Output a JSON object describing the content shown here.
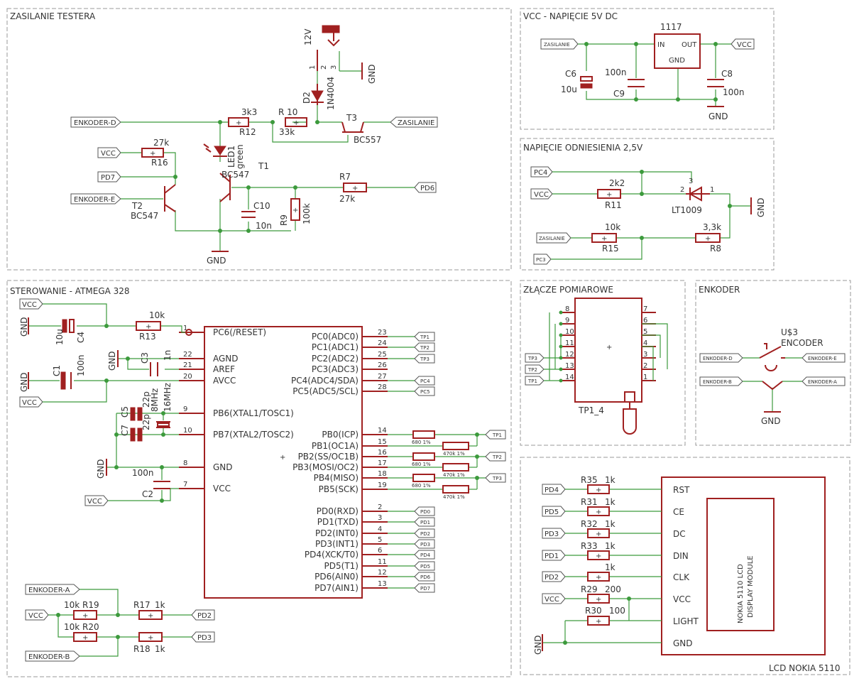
{
  "sections": {
    "power": "ZASILANIE TESTERA",
    "vcc": "VCC - NAPIĘCIE 5V DC",
    "vref": "NAPIĘCIE ODNIESIENIA 2,5V",
    "mcu": "STEROWANIE - ATMEGA 328",
    "connector": "ZŁĄCZE POMIAROWE",
    "encoder": "ENKODER",
    "lcd": "LCD NOKIA 5110"
  },
  "power": {
    "enk_d": "ENKODER-D",
    "enk_e": "ENKODER-E",
    "vcc": "VCC",
    "pd7": "PD7",
    "pd6": "PD6",
    "zasilanie": "ZASILANIE",
    "gnd": "GND",
    "v12": "12V",
    "r12": "R12",
    "r12v": "3k3",
    "r10": "R 10",
    "r10v": "33k",
    "r16": "R16",
    "r16v": "27k",
    "r7": "R7",
    "r7v": "27k",
    "r9": "R9",
    "r9v": "100k",
    "d2": "D2",
    "d2v": "1N4004",
    "t3": "T3",
    "t3v": "BC557",
    "t1": "T1",
    "t1v": "BC547",
    "t2": "T2",
    "t2v": "BC547",
    "led": "LED1",
    "ledv": "green",
    "c10": "C10",
    "c10v": "10n",
    "j1": "1",
    "j2": "2",
    "j3": "3"
  },
  "vccsec": {
    "zas": "ZASILANIE",
    "vcc": "VCC",
    "reg": "1117",
    "in": "IN",
    "out": "OUT",
    "gnd": "GND",
    "c6": "C6",
    "c6v": "10u",
    "c9": "C9",
    "c9v": "100n",
    "c8": "C8",
    "c8v": "100n"
  },
  "vref": {
    "pc4": "PC4",
    "vcc": "VCC",
    "zas": "ZASILANIE",
    "pc3": "PC3",
    "gnd": "GND",
    "r11": "R11",
    "r11v": "2k2",
    "r15": "R15",
    "r15v": "10k",
    "r8": "R8",
    "r8v": "3,3k",
    "lt": "LT1009",
    "p1": "1",
    "p2": "2",
    "p3": "3"
  },
  "mcu": {
    "vcc": "VCC",
    "gnd": "GND",
    "c4": "C4",
    "c4v": "10u",
    "r13": "R13",
    "r13v": "10k",
    "c3": "C3",
    "c3v": "1n",
    "c1": "C1",
    "c1v": "100n",
    "c5": "C5",
    "c5v": "22p",
    "c7": "C7",
    "c7v": "22p",
    "q1": "8MHz",
    "q2": "16MHz",
    "c2": "C2",
    "c2v": "100n",
    "enk_a": "ENKODER-A",
    "enk_b": "ENKODER-B",
    "r19": "R19",
    "r19v": "10k",
    "r20": "R20",
    "r20v": "10k",
    "r17": "R17",
    "r17v": "1k",
    "r18": "R18",
    "r18v": "1k",
    "pd2": "PD2",
    "pd3": "PD3",
    "res_small": "680 1%",
    "res_big": "470k 1%",
    "tp1": "TP1",
    "tp2": "TP2",
    "tp3": "TP3",
    "left_pins": [
      {
        "num": "1",
        "name": "PC6(/RESET)"
      },
      {
        "num": "22",
        "name": "AGND"
      },
      {
        "num": "21",
        "name": "AREF"
      },
      {
        "num": "20",
        "name": "AVCC"
      },
      {
        "num": "9",
        "name": "PB6(XTAL1/TOSC1)"
      },
      {
        "num": "10",
        "name": "PB7(XTAL2/TOSC2)"
      },
      {
        "num": "8",
        "name": "GND"
      },
      {
        "num": "7",
        "name": "VCC"
      }
    ],
    "right_pins": [
      {
        "num": "23",
        "name": "PC0(ADC0)",
        "tag": "TP1"
      },
      {
        "num": "24",
        "name": "PC1(ADC1)",
        "tag": "TP2"
      },
      {
        "num": "25",
        "name": "PC2(ADC2)",
        "tag": "TP3"
      },
      {
        "num": "26",
        "name": "PC3(ADC3)",
        "tag": ""
      },
      {
        "num": "27",
        "name": "PC4(ADC4/SDA)",
        "tag": "PC4"
      },
      {
        "num": "28",
        "name": "PC5(ADC5/SCL)",
        "tag": "PC5"
      },
      {
        "num": "14",
        "name": "PB0(ICP)",
        "tag": ""
      },
      {
        "num": "15",
        "name": "PB1(OC1A)",
        "tag": ""
      },
      {
        "num": "16",
        "name": "PB2(SS/OC1B)",
        "tag": ""
      },
      {
        "num": "17",
        "name": "PB3(MOSI/OC2)",
        "tag": ""
      },
      {
        "num": "18",
        "name": "PB4(MISO)",
        "tag": ""
      },
      {
        "num": "19",
        "name": "PB5(SCK)",
        "tag": ""
      },
      {
        "num": "2",
        "name": "PD0(RXD)",
        "tag": "PD0"
      },
      {
        "num": "3",
        "name": "PD1(TXD)",
        "tag": "PD1"
      },
      {
        "num": "4",
        "name": "PD2(INT0)",
        "tag": "PD2"
      },
      {
        "num": "5",
        "name": "PD3(INT1)",
        "tag": "PD3"
      },
      {
        "num": "6",
        "name": "PD4(XCK/T0)",
        "tag": "PD4"
      },
      {
        "num": "11",
        "name": "PD5(T1)",
        "tag": "PD5"
      },
      {
        "num": "12",
        "name": "PD6(AIN0)",
        "tag": "PD6"
      },
      {
        "num": "13",
        "name": "PD7(AIN1)",
        "tag": "PD7"
      }
    ]
  },
  "conn": {
    "name": "TP1_4",
    "tp1": "TP1",
    "tp2": "TP2",
    "tp3": "TP3",
    "left": [
      "8",
      "9",
      "10",
      "11",
      "12",
      "13",
      "14"
    ],
    "right": [
      "7",
      "6",
      "5",
      "4",
      "3",
      "2",
      "1"
    ]
  },
  "enc": {
    "u": "U$3",
    "name": "ENCODER",
    "d": "ENKODER-D",
    "e": "ENKODER-E",
    "b": "ENKODER-B",
    "a": "ENKODER-A",
    "gnd": "GND"
  },
  "lcd": {
    "module": "NOKIA 5110 LCD",
    "module2": "DISPLAY MODULE",
    "gnd": "GND",
    "rows": [
      {
        "tag": "PD4",
        "ref": "R35",
        "val": "1k",
        "pin": "RST"
      },
      {
        "tag": "PD5",
        "ref": "R31",
        "val": "1k",
        "pin": "CE"
      },
      {
        "tag": "PD3",
        "ref": "R32",
        "val": "1k",
        "pin": "DC"
      },
      {
        "tag": "PD1",
        "ref": "R33",
        "val": "1k",
        "pin": "DIN"
      },
      {
        "tag": "PD2",
        "ref": "",
        "val": "1k",
        "pin": "CLK"
      },
      {
        "tag": "VCC",
        "ref": "R29",
        "val": "200",
        "pin": "VCC"
      }
    ],
    "r30": "R30",
    "r30v": "100",
    "light": "LIGHT",
    "gndpin": "GND"
  }
}
